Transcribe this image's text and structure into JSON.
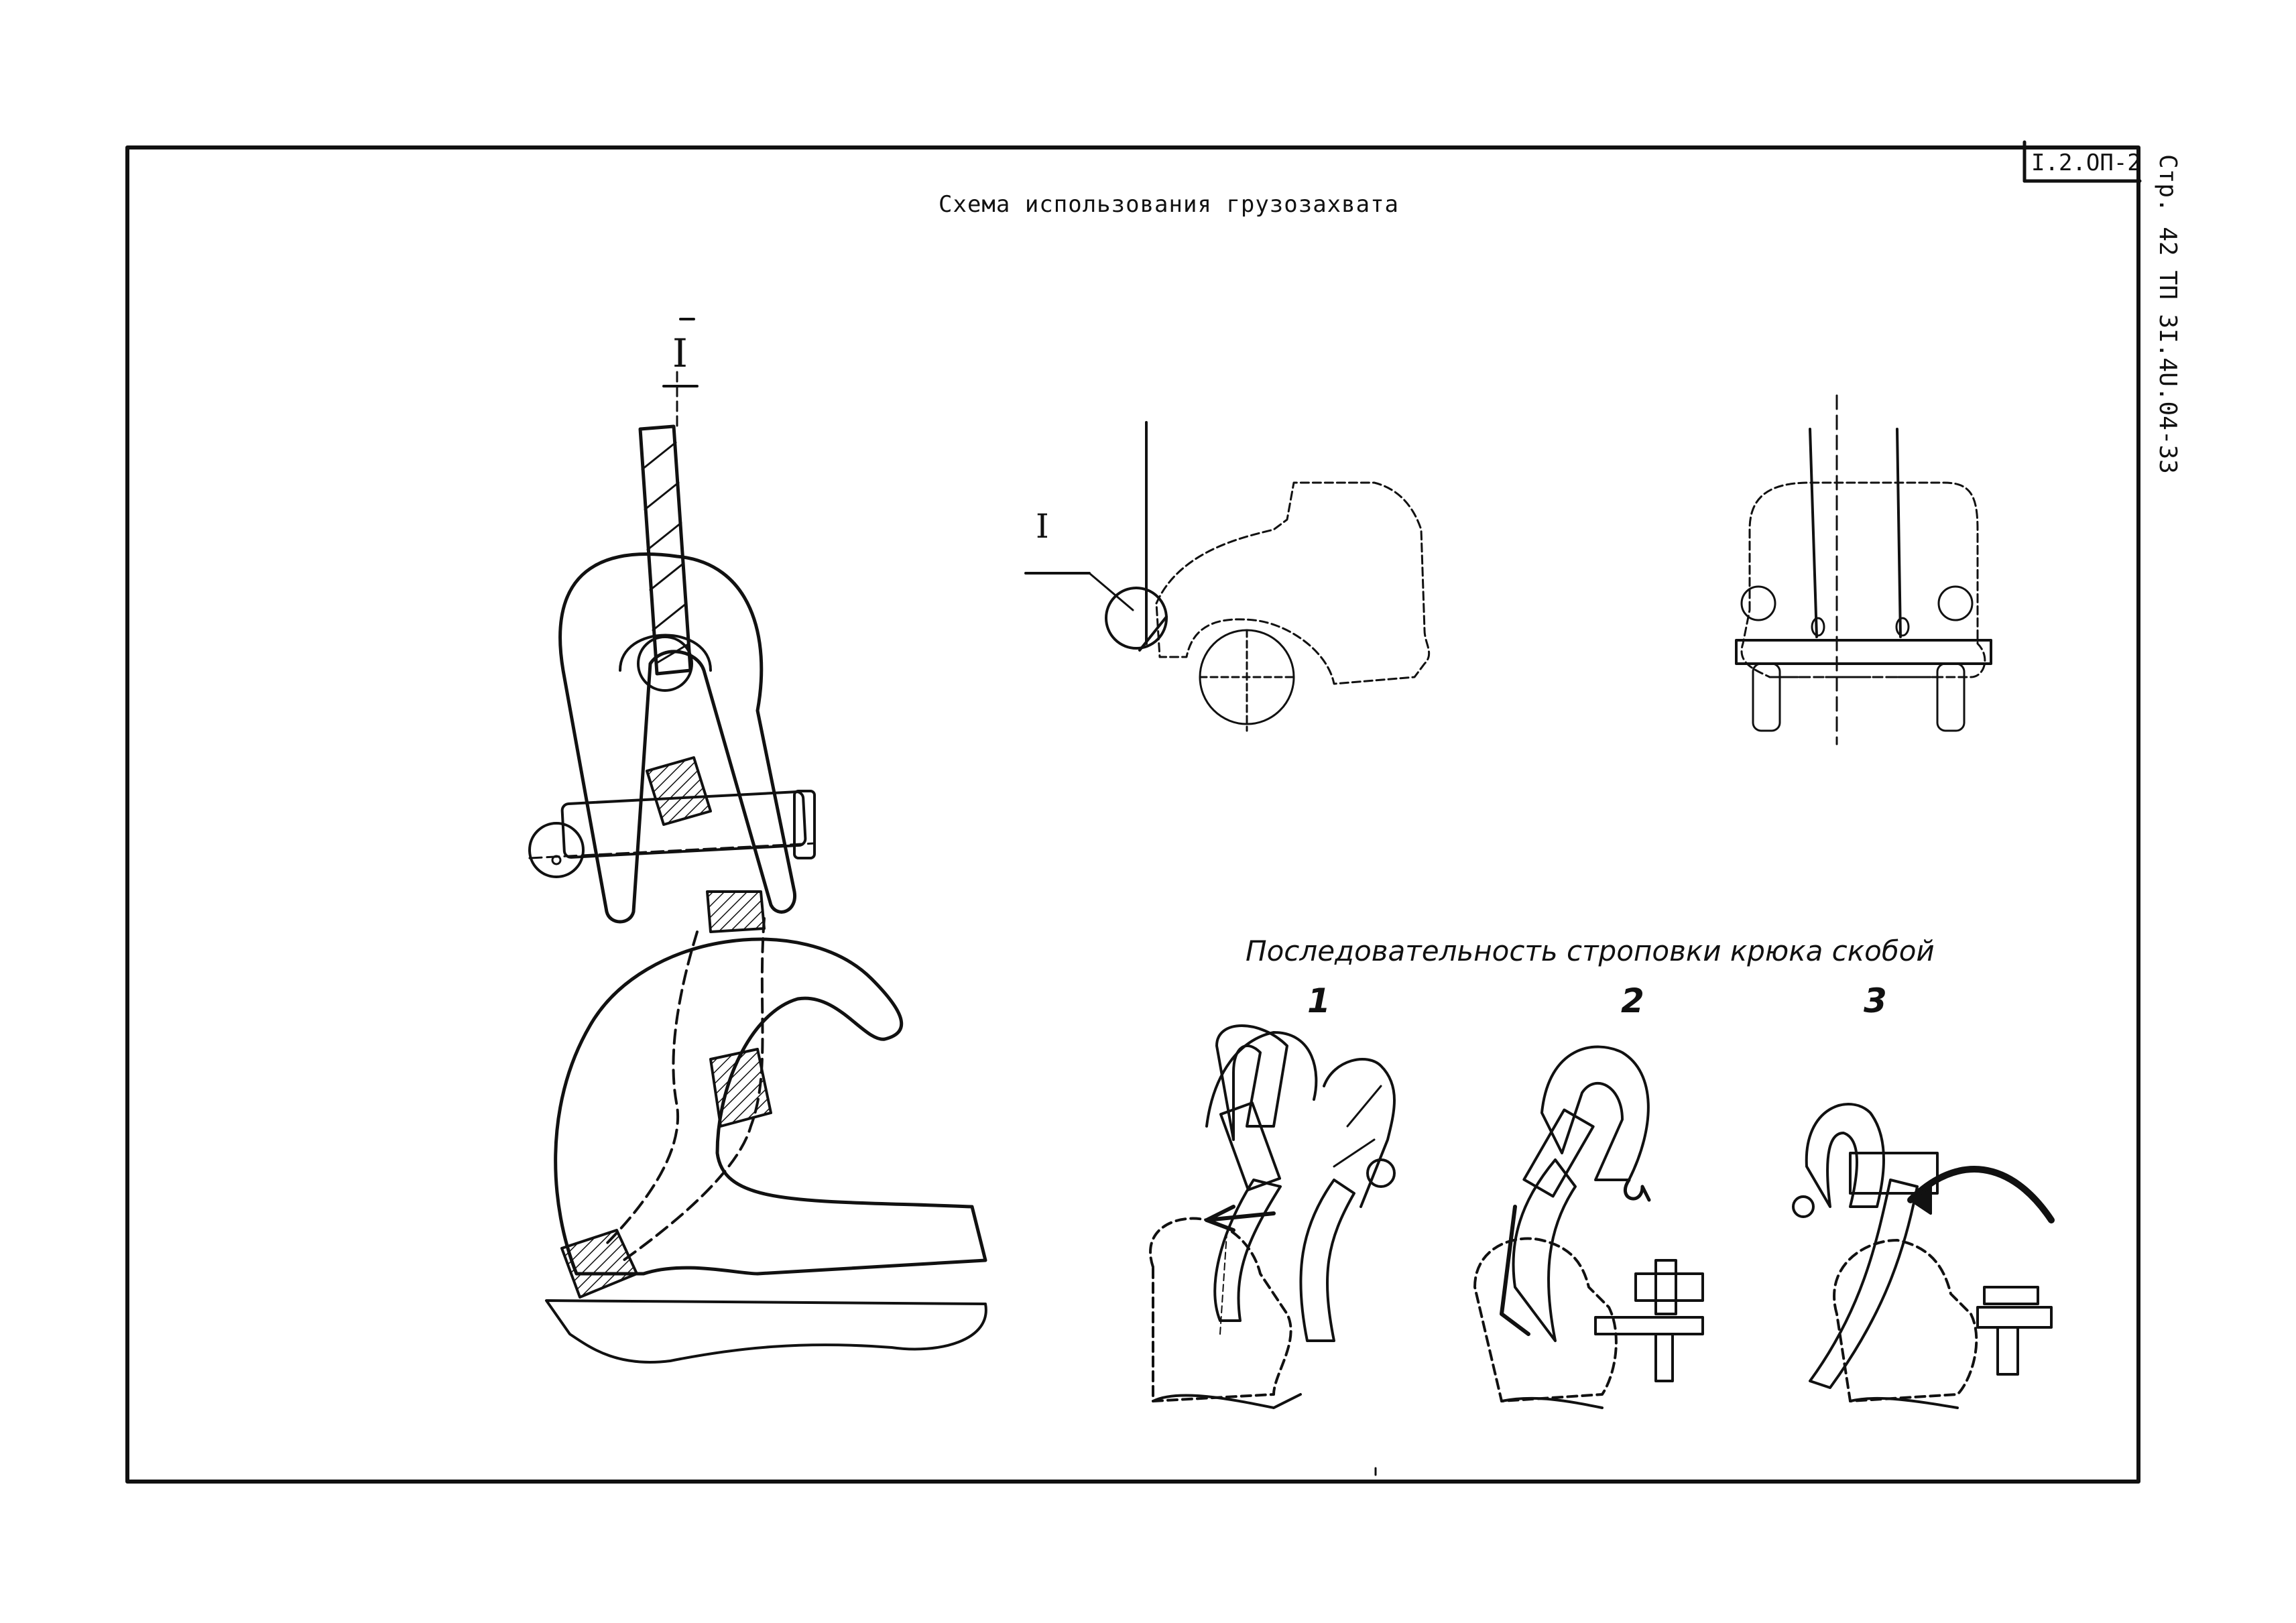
{
  "drawing": {
    "title": "Схема использования грузозахвата",
    "sheet_code": "I.2.ОП-2",
    "document_ref": "Стр. 42 ТП 3I.4U.04-33"
  },
  "detail_marker": "I",
  "sequence": {
    "title": "Последовательность строповки крюка скобой",
    "steps": [
      "1",
      "2",
      "3"
    ]
  }
}
